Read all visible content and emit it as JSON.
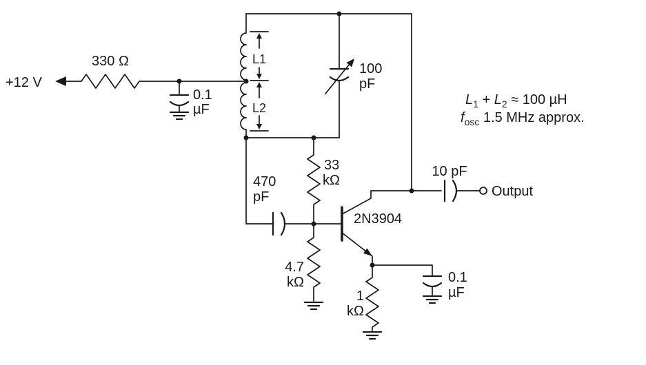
{
  "supply": {
    "label": "+12 V"
  },
  "resistors": {
    "r330": {
      "label": "330 Ω"
    },
    "r33k": {
      "value": "33",
      "unit": "kΩ"
    },
    "r4k7": {
      "value": "4.7",
      "unit": "kΩ"
    },
    "r1k": {
      "value": "1",
      "unit": "kΩ"
    }
  },
  "capacitors": {
    "c_supply": {
      "value": "0.1",
      "unit": "µF"
    },
    "c_var": {
      "value": "100",
      "unit": "pF"
    },
    "c470": {
      "value": "470",
      "unit": "pF"
    },
    "c10": {
      "label": "10 pF"
    },
    "c_emitter": {
      "value": "0.1",
      "unit": "µF"
    }
  },
  "inductor": {
    "l1": "L1",
    "l2": "L2"
  },
  "transistor": {
    "label": "2N3904"
  },
  "output": {
    "label": "Output"
  },
  "notes": {
    "l1_sym": "L",
    "l1_sub": "1",
    "plus": " + ",
    "l2_sym": "L",
    "l2_sub": "2",
    "l_total": " ≈ 100 µH",
    "f_sym": "f",
    "f_sub": "osc",
    "f_rest": " 1.5 MHz approx."
  },
  "colors": {
    "ink": "#1a1a1a",
    "paper": "#ffffff"
  }
}
